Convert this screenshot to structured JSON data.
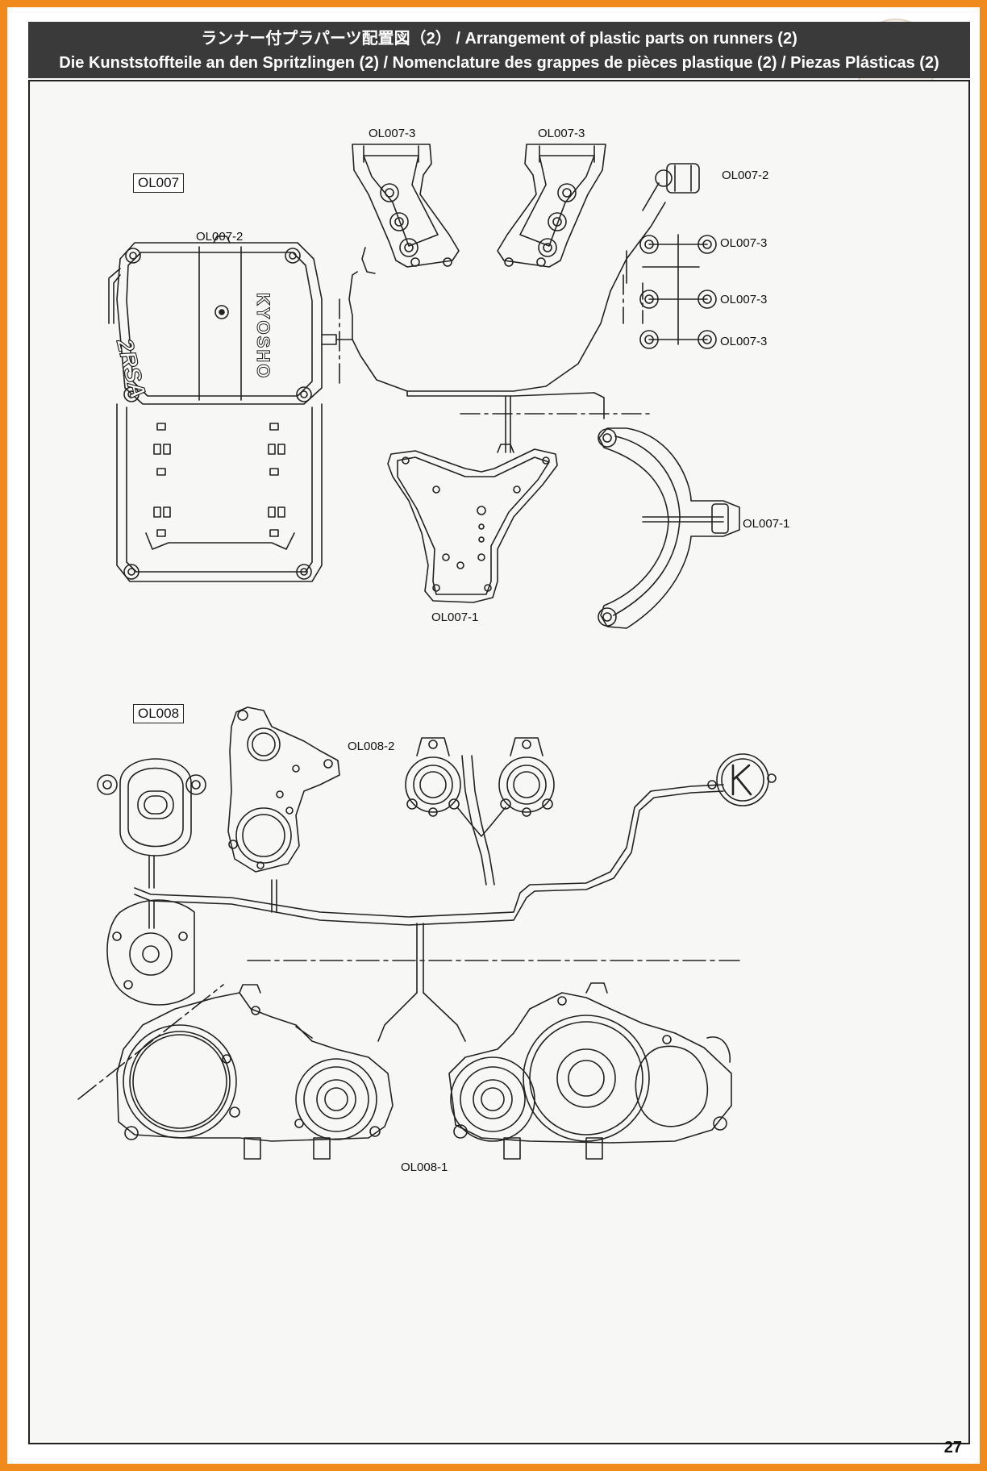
{
  "header": {
    "line1": "ランナー付プラパーツ配置図（2） / Arrangement of plastic parts on runners (2)",
    "line2": "Die Kunststoffteile an den Spritzlingen (2) / Nomenclature des grappes de pièces plastique (2) / Piezas Plásticas (2)"
  },
  "sections": {
    "ol007": {
      "label": "OL007",
      "parts": {
        "a": "OL007-3",
        "b": "OL007-3",
        "c": "OL007-2",
        "d": "OL007-2",
        "e": "OL007-3",
        "f": "OL007-3",
        "g": "OL007-3",
        "h": "OL007-1",
        "i": "OL007-1"
      }
    },
    "ol008": {
      "label": "OL008",
      "parts": {
        "a": "OL008-2",
        "b": "OL008-1"
      }
    }
  },
  "tank_text": {
    "logo": "2RSA",
    "brand": "KYOSHO"
  },
  "page_number": "27",
  "colors": {
    "border": "#f08a1c",
    "header_bg": "#3a3a3a",
    "line": "#222222"
  }
}
